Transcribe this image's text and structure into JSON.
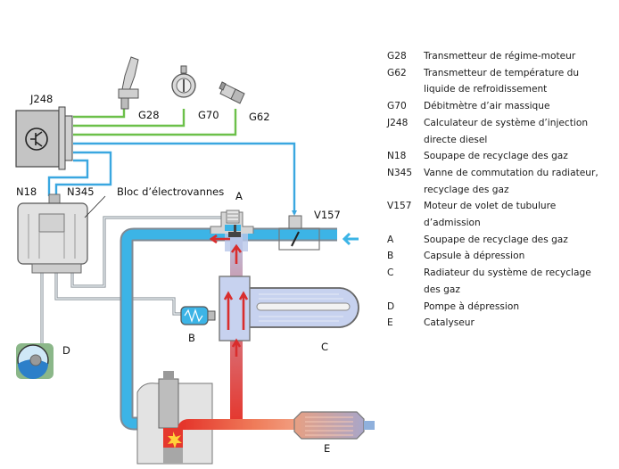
{
  "diagram": {
    "title": "Recyclage des gaz d'échappement",
    "labels": {
      "j248": "J248",
      "g28": "G28",
      "g70": "G70",
      "g62": "G62",
      "n18": "N18",
      "n345": "N345",
      "bloc": "Bloc d’électrovannes",
      "a": "A",
      "v157": "V157",
      "b": "B",
      "c": "C",
      "d": "D",
      "e": "E"
    },
    "colors": {
      "signal_wire": "#6cc04a",
      "control_wire": "#3aa7e0",
      "fresh_air": "#3cb4e6",
      "exhaust": "#e0362c",
      "vacuum_line": "#9aa3ab",
      "component_gray": "#c9c9c9"
    }
  },
  "legend": [
    {
      "code": "G28",
      "lines": [
        "Transmetteur de régime-moteur"
      ]
    },
    {
      "code": "G62",
      "lines": [
        "Transmetteur de température du",
        "liquide de refroidissement"
      ]
    },
    {
      "code": "G70",
      "lines": [
        "Débitmètre d’air massique"
      ]
    },
    {
      "code": "J248",
      "lines": [
        "Calculateur de système d’injection",
        "directe diesel"
      ]
    },
    {
      "code": "N18",
      "lines": [
        "Soupape de recyclage des gaz"
      ]
    },
    {
      "code": "N345",
      "lines": [
        "Vanne de commutation du radiateur,",
        "recyclage des gaz"
      ]
    },
    {
      "code": "V157",
      "lines": [
        "Moteur de volet de tubulure",
        "d’admission"
      ]
    },
    {
      "code": "A",
      "lines": [
        "Soupape de recyclage des gaz"
      ]
    },
    {
      "code": "B",
      "lines": [
        "Capsule à dépression"
      ]
    },
    {
      "code": "C",
      "lines": [
        "Radiateur du système de recyclage",
        "des gaz"
      ]
    },
    {
      "code": "D",
      "lines": [
        "Pompe à dépression"
      ]
    },
    {
      "code": "E",
      "lines": [
        "Catalyseur"
      ]
    }
  ]
}
